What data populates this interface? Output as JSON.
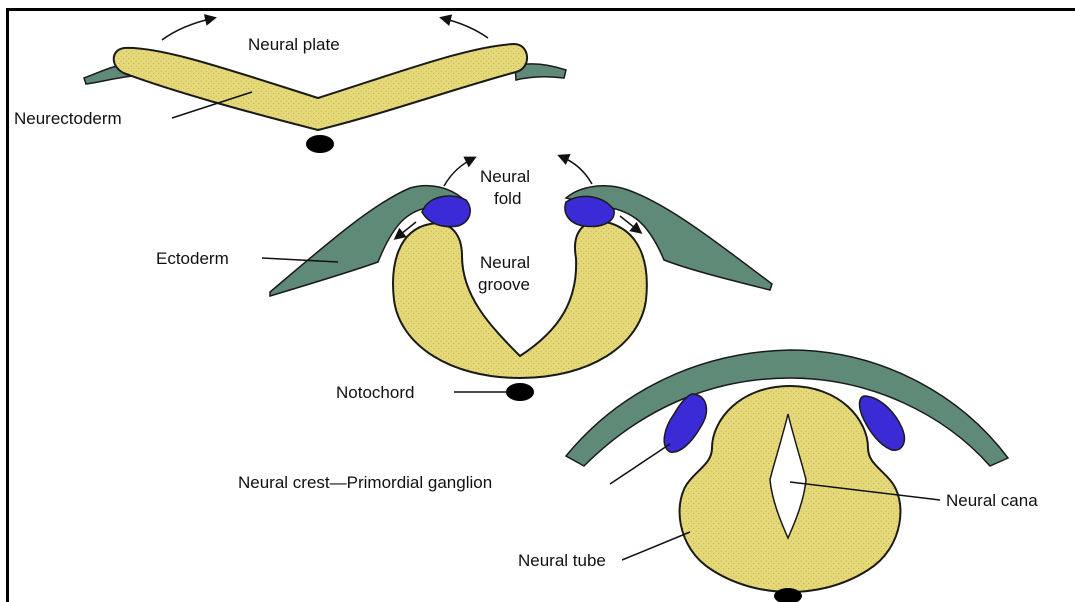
{
  "labels": {
    "neural_plate": "Neural plate",
    "neurectoderm": "Neurectoderm",
    "neural_fold_1": "Neural",
    "neural_fold_2": "fold",
    "neural_groove_1": "Neural",
    "neural_groove_2": "groove",
    "ectoderm": "Ectoderm",
    "notochord": "Notochord",
    "neural_crest": "Neural crest—Primordial ganglion",
    "neural_canal": "Neural cana",
    "neural_tube": "Neural tube"
  },
  "colors": {
    "neural_tissue": "#e6d97a",
    "ectoderm": "#5f8a78",
    "neural_crest": "#3a2bd6",
    "notochord": "#000000",
    "outline": "#1a1a1a"
  }
}
